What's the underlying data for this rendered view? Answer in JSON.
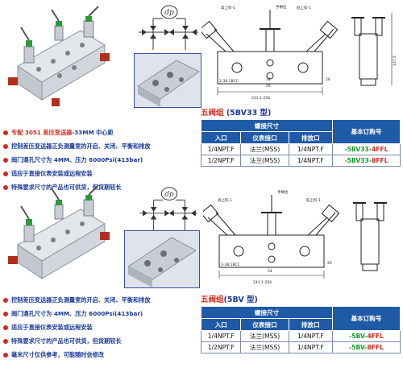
{
  "top": {
    "symbol_label": "dp",
    "drawing": {
      "label_hp": "高上料-1",
      "label_lp": "低上料-1",
      "label_handle": "手柄位",
      "dim_137_5": "137.5",
      "dim_34": "34",
      "dim_35": "35",
      "dim_2_38": "2-38.1BCC",
      "dim_241": "241.1-256",
      "dim_26": "26"
    },
    "bullets": [
      {
        "segs": [
          {
            "t": "专配 3051 差压变送器",
            "c": "red"
          },
          {
            "t": "-33MM 中心距",
            "c": "blue"
          }
        ]
      },
      {
        "segs": [
          {
            "t": "控制差压变送器正负测量室的开启、关闭、平衡和排放",
            "c": "blue"
          }
        ]
      },
      {
        "segs": [
          {
            "t": "阀门通孔尺寸为 4MM、压力 6000Psi(413bar)",
            "c": "blue"
          }
        ]
      },
      {
        "segs": [
          {
            "t": "适应于直接仪表安装或远程安装",
            "c": "blue"
          }
        ]
      },
      {
        "segs": [
          {
            "t": "特殊要求尺寸的产品也可供货，但货期较长",
            "c": "blue"
          }
        ]
      }
    ],
    "table": {
      "title": "五阀组",
      "model": "(5BV33 型)",
      "conn_header": "螺接尺寸",
      "order_header": "基本订购号",
      "cols": [
        "入口",
        "仪表接口",
        "排放口"
      ],
      "rows": [
        {
          "c1": "1/4NPT.F",
          "c2": "法兰(MSS)",
          "c3": "1/4NPT.F",
          "code_a": "-5BV33-",
          "code_b": "4FFL"
        },
        {
          "c1": "1/2NPT.F",
          "c2": "法兰(MSS)",
          "c3": "1/4NPT.F",
          "code_a": "-5BV33-",
          "code_b": "8FFL"
        }
      ]
    }
  },
  "bottom": {
    "symbol_label": "dp",
    "drawing": {
      "label_hp": "高上料-1",
      "label_lp": "低上料-1",
      "label_handle": "手柄位",
      "dim_2_38": "2-38.1BCC",
      "dim_54": "54",
      "dim_241": "241.1-256",
      "dim_26": "26"
    },
    "bullets": [
      {
        "segs": [
          {
            "t": "控制差压变送器正负测量室的开启、关闭、平衡和排放",
            "c": "blue"
          }
        ]
      },
      {
        "segs": [
          {
            "t": "阀门通孔尺寸为 4MM、压力 6000Psi(413bar)",
            "c": "blue"
          }
        ]
      },
      {
        "segs": [
          {
            "t": "适应于直接仪表安装或远程安装",
            "c": "blue"
          }
        ]
      },
      {
        "segs": [
          {
            "t": "特殊要求尺寸的产品也可供货，但货期较长",
            "c": "blue"
          }
        ]
      },
      {
        "segs": [
          {
            "t": "毫米尺寸仅供参考，可能随时会修改",
            "c": "blue"
          }
        ]
      }
    ],
    "table": {
      "title": "五阀组",
      "model": "(5BV 型)",
      "conn_header": "螺接尺寸",
      "order_header": "基本订购号",
      "cols": [
        "入口",
        "仪表接口",
        "排放口"
      ],
      "rows": [
        {
          "c1": "1/4NPT.F",
          "c2": "法兰(MSS)",
          "c3": "1/4NPT.F",
          "code_a": "-5BV-",
          "code_b": "4FFL"
        },
        {
          "c1": "1/2NPT.F",
          "c2": "法兰(MSS)",
          "c3": "1/4NPT.F",
          "code_a": "-5BV-",
          "code_b": "8FFL"
        }
      ]
    }
  }
}
